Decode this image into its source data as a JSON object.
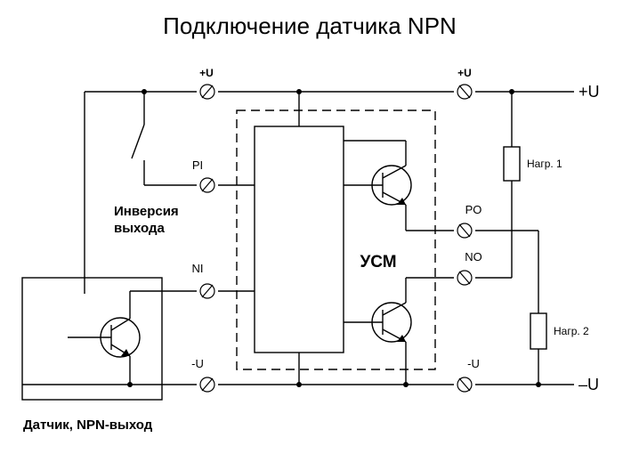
{
  "title": "Подключение датчика NPN",
  "terminals": {
    "left_plus": "+U",
    "pi": "PI",
    "ni": "NI",
    "left_minus": "-U",
    "right_plus": "+U",
    "po": "PO",
    "no": "NO",
    "right_minus": "-U"
  },
  "rails": {
    "plus": "+U",
    "minus": "–U"
  },
  "labels": {
    "inversion_line1": "Инверсия",
    "inversion_line2": "выхода",
    "usm": "УСМ",
    "load1": "Нагр. 1",
    "load2": "Нагр. 2",
    "sensor": "Датчик,  NPN-выход"
  }
}
